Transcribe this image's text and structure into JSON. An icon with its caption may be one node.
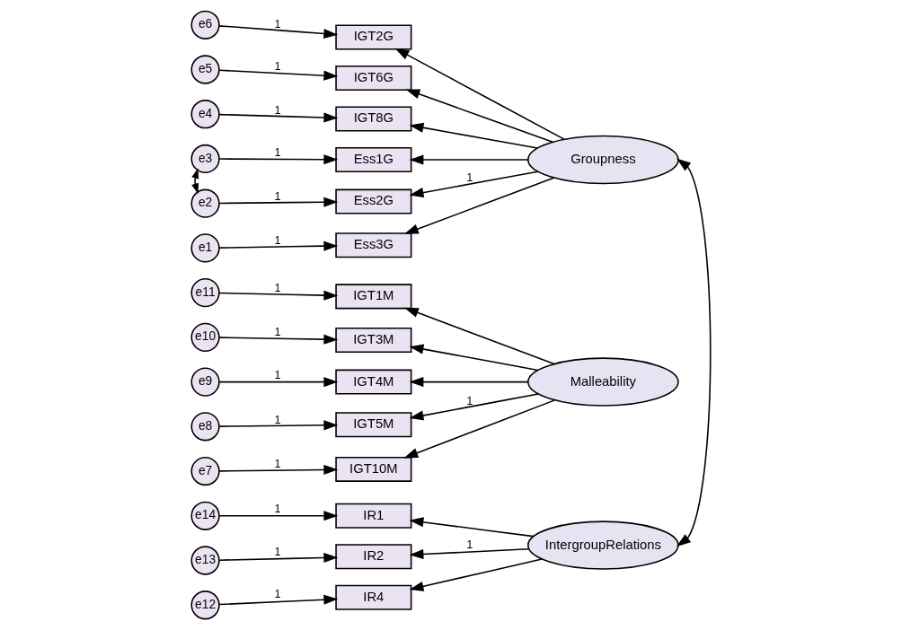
{
  "diagram": {
    "nodes": [
      {
        "text": [
          "e6"
        ]
      },
      {
        "text": [
          "IGT2G"
        ]
      },
      {
        "text": [
          "e5"
        ]
      },
      {
        "text": [
          "IGT6G"
        ]
      },
      {
        "text": [
          "e4"
        ]
      },
      {
        "text": [
          "IGT8G"
        ]
      },
      {
        "text": [
          "e3"
        ]
      },
      {
        "text": [
          "Ess1G"
        ]
      },
      {
        "text": [
          "e2"
        ]
      },
      {
        "text": [
          "Ess2G"
        ]
      },
      {
        "text": [
          "e1"
        ]
      },
      {
        "text": [
          "Ess3G"
        ]
      },
      {
        "text": [
          "Groupness"
        ]
      },
      {
        "text": [
          "e11"
        ]
      },
      {
        "text": [
          "IGT1M"
        ]
      },
      {
        "text": [
          "e10"
        ]
      },
      {
        "text": [
          "IGT3M"
        ]
      },
      {
        "text": [
          "e9"
        ]
      },
      {
        "text": [
          "IGT4M"
        ]
      },
      {
        "text": [
          "e8"
        ]
      },
      {
        "text": [
          "IGT5M"
        ]
      },
      {
        "text": [
          "e7"
        ]
      },
      {
        "text": [
          "IGT10M"
        ]
      },
      {
        "text": [
          "Malleability"
        ]
      },
      {
        "text": [
          "e14"
        ]
      },
      {
        "text": [
          "IR1"
        ]
      },
      {
        "text": [
          "e13"
        ]
      },
      {
        "text": [
          "IR2"
        ]
      },
      {
        "text": [
          "e12"
        ]
      },
      {
        "text": [
          "IR4"
        ]
      },
      {
        "text": [
          "IntergroupRelations"
        ]
      }
    ],
    "edges": [
      {
        "from": 0,
        "to": 1,
        "arrow": "to",
        "label": "1"
      },
      {
        "from": 2,
        "to": 3,
        "arrow": "to",
        "label": "1"
      },
      {
        "from": 4,
        "to": 5,
        "arrow": "to",
        "label": "1"
      },
      {
        "from": 6,
        "to": 7,
        "arrow": "to",
        "label": "1"
      },
      {
        "from": 8,
        "to": 9,
        "arrow": "to",
        "label": "1"
      },
      {
        "from": 10,
        "to": 11,
        "arrow": "to",
        "label": "1"
      },
      {
        "from": 6,
        "to": 8,
        "arrow": "both"
      },
      {
        "from": 12,
        "to": 1,
        "arrow": "to"
      },
      {
        "from": 12,
        "to": 3,
        "arrow": "to"
      },
      {
        "from": 12,
        "to": 5,
        "arrow": "to"
      },
      {
        "from": 12,
        "to": 7,
        "arrow": "to"
      },
      {
        "from": 12,
        "to": 9,
        "arrow": "to",
        "label": "1"
      },
      {
        "from": 12,
        "to": 11,
        "arrow": "to"
      },
      {
        "from": 13,
        "to": 14,
        "arrow": "to",
        "label": "1"
      },
      {
        "from": 15,
        "to": 16,
        "arrow": "to",
        "label": "1"
      },
      {
        "from": 17,
        "to": 18,
        "arrow": "to",
        "label": "1"
      },
      {
        "from": 19,
        "to": 20,
        "arrow": "to",
        "label": "1"
      },
      {
        "from": 21,
        "to": 22,
        "arrow": "to",
        "label": "1"
      },
      {
        "from": 23,
        "to": 14,
        "arrow": "to"
      },
      {
        "from": 23,
        "to": 16,
        "arrow": "to"
      },
      {
        "from": 23,
        "to": 18,
        "arrow": "to"
      },
      {
        "from": 23,
        "to": 20,
        "arrow": "to",
        "label": "1"
      },
      {
        "from": 23,
        "to": 22,
        "arrow": "to"
      },
      {
        "from": 24,
        "to": 25,
        "arrow": "to",
        "label": "1"
      },
      {
        "from": 26,
        "to": 27,
        "arrow": "to",
        "label": "1"
      },
      {
        "from": 28,
        "to": 29,
        "arrow": "to",
        "label": "1"
      },
      {
        "from": 30,
        "to": 25,
        "arrow": "to"
      },
      {
        "from": 30,
        "to": 27,
        "arrow": "to",
        "label": "1"
      },
      {
        "from": 30,
        "to": 29,
        "arrow": "to"
      },
      {
        "from": 12,
        "to": 30,
        "arrow": "both"
      }
    ]
  }
}
